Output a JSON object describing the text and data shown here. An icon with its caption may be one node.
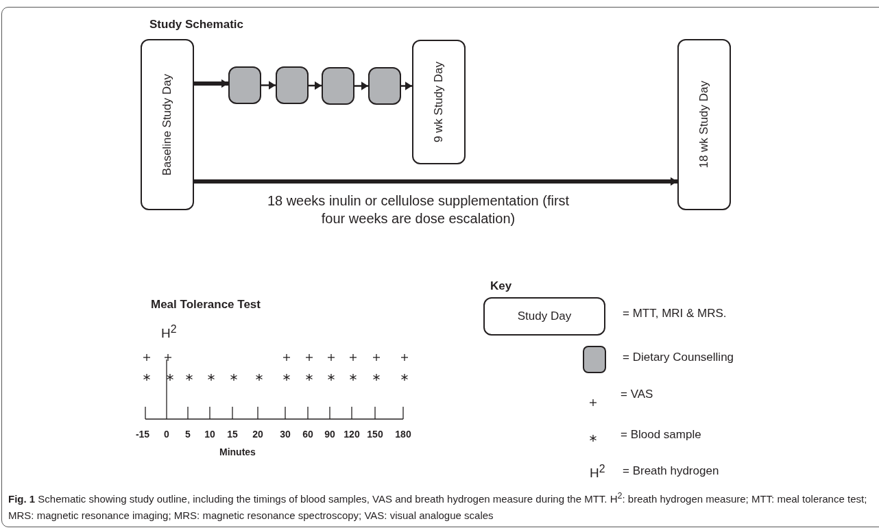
{
  "diagram": {
    "title": "Study Schematic",
    "caption": "**Fig. 1** Schematic showing study outline, including the timings of blood samples, VAS and breath hydrogen measure during the MTT. H$^{2}$: breath hydrogen measure; MTT: meal tolerance test; MRS: magnetic resonance imaging; MRS: magnetic resonance spectroscopy; VAS: visual analogue scales",
    "nodes": [
      {
        "text": [
          "Baseline Study Day"
        ]
      },
      {
        "text": [],
        "shape": "box"
      },
      {
        "text": [],
        "shape": "box"
      },
      {
        "text": [],
        "shape": "box"
      },
      {
        "text": [],
        "shape": "box"
      },
      {
        "text": [
          "9 wk Study Day"
        ]
      },
      {
        "text": [
          "18 wk Study Day"
        ]
      },
      {
        "text": [
          "Study Day"
        ]
      }
    ],
    "edges": [
      {
        "from": 0,
        "to": 1,
        "arrow": "to",
        "style": "thick"
      },
      {
        "from": 1,
        "to": 2,
        "arrow": "to"
      },
      {
        "from": 2,
        "to": 3,
        "arrow": "to"
      },
      {
        "from": 3,
        "to": 4,
        "arrow": "to"
      },
      {
        "from": 4,
        "to": 5,
        "arrow": "to"
      },
      {
        "from": 0,
        "to": 6,
        "arrow": "to",
        "style": "thick",
        "label": "18 weeks inulin or cellulose supplementation (first four weeks are dose escalation)"
      }
    ],
    "labels": [
      "Key",
      "Meal Tolerance Test",
      "H$^{2}$",
      "-15",
      "0",
      "5",
      "10",
      "15",
      "20",
      "30",
      "60",
      "90",
      "120",
      "150",
      "180",
      "Minutes",
      "H$^{2}$"
    ],
    "legend": [
      {
        "text": "= MTT, MRI & MRS."
      },
      {
        "text": "= Dietary Counselling"
      },
      {
        "text": "= VAS"
      },
      {
        "text": "= Blood sample"
      },
      {
        "text": "= Breath hydrogen"
      }
    ]
  }
}
